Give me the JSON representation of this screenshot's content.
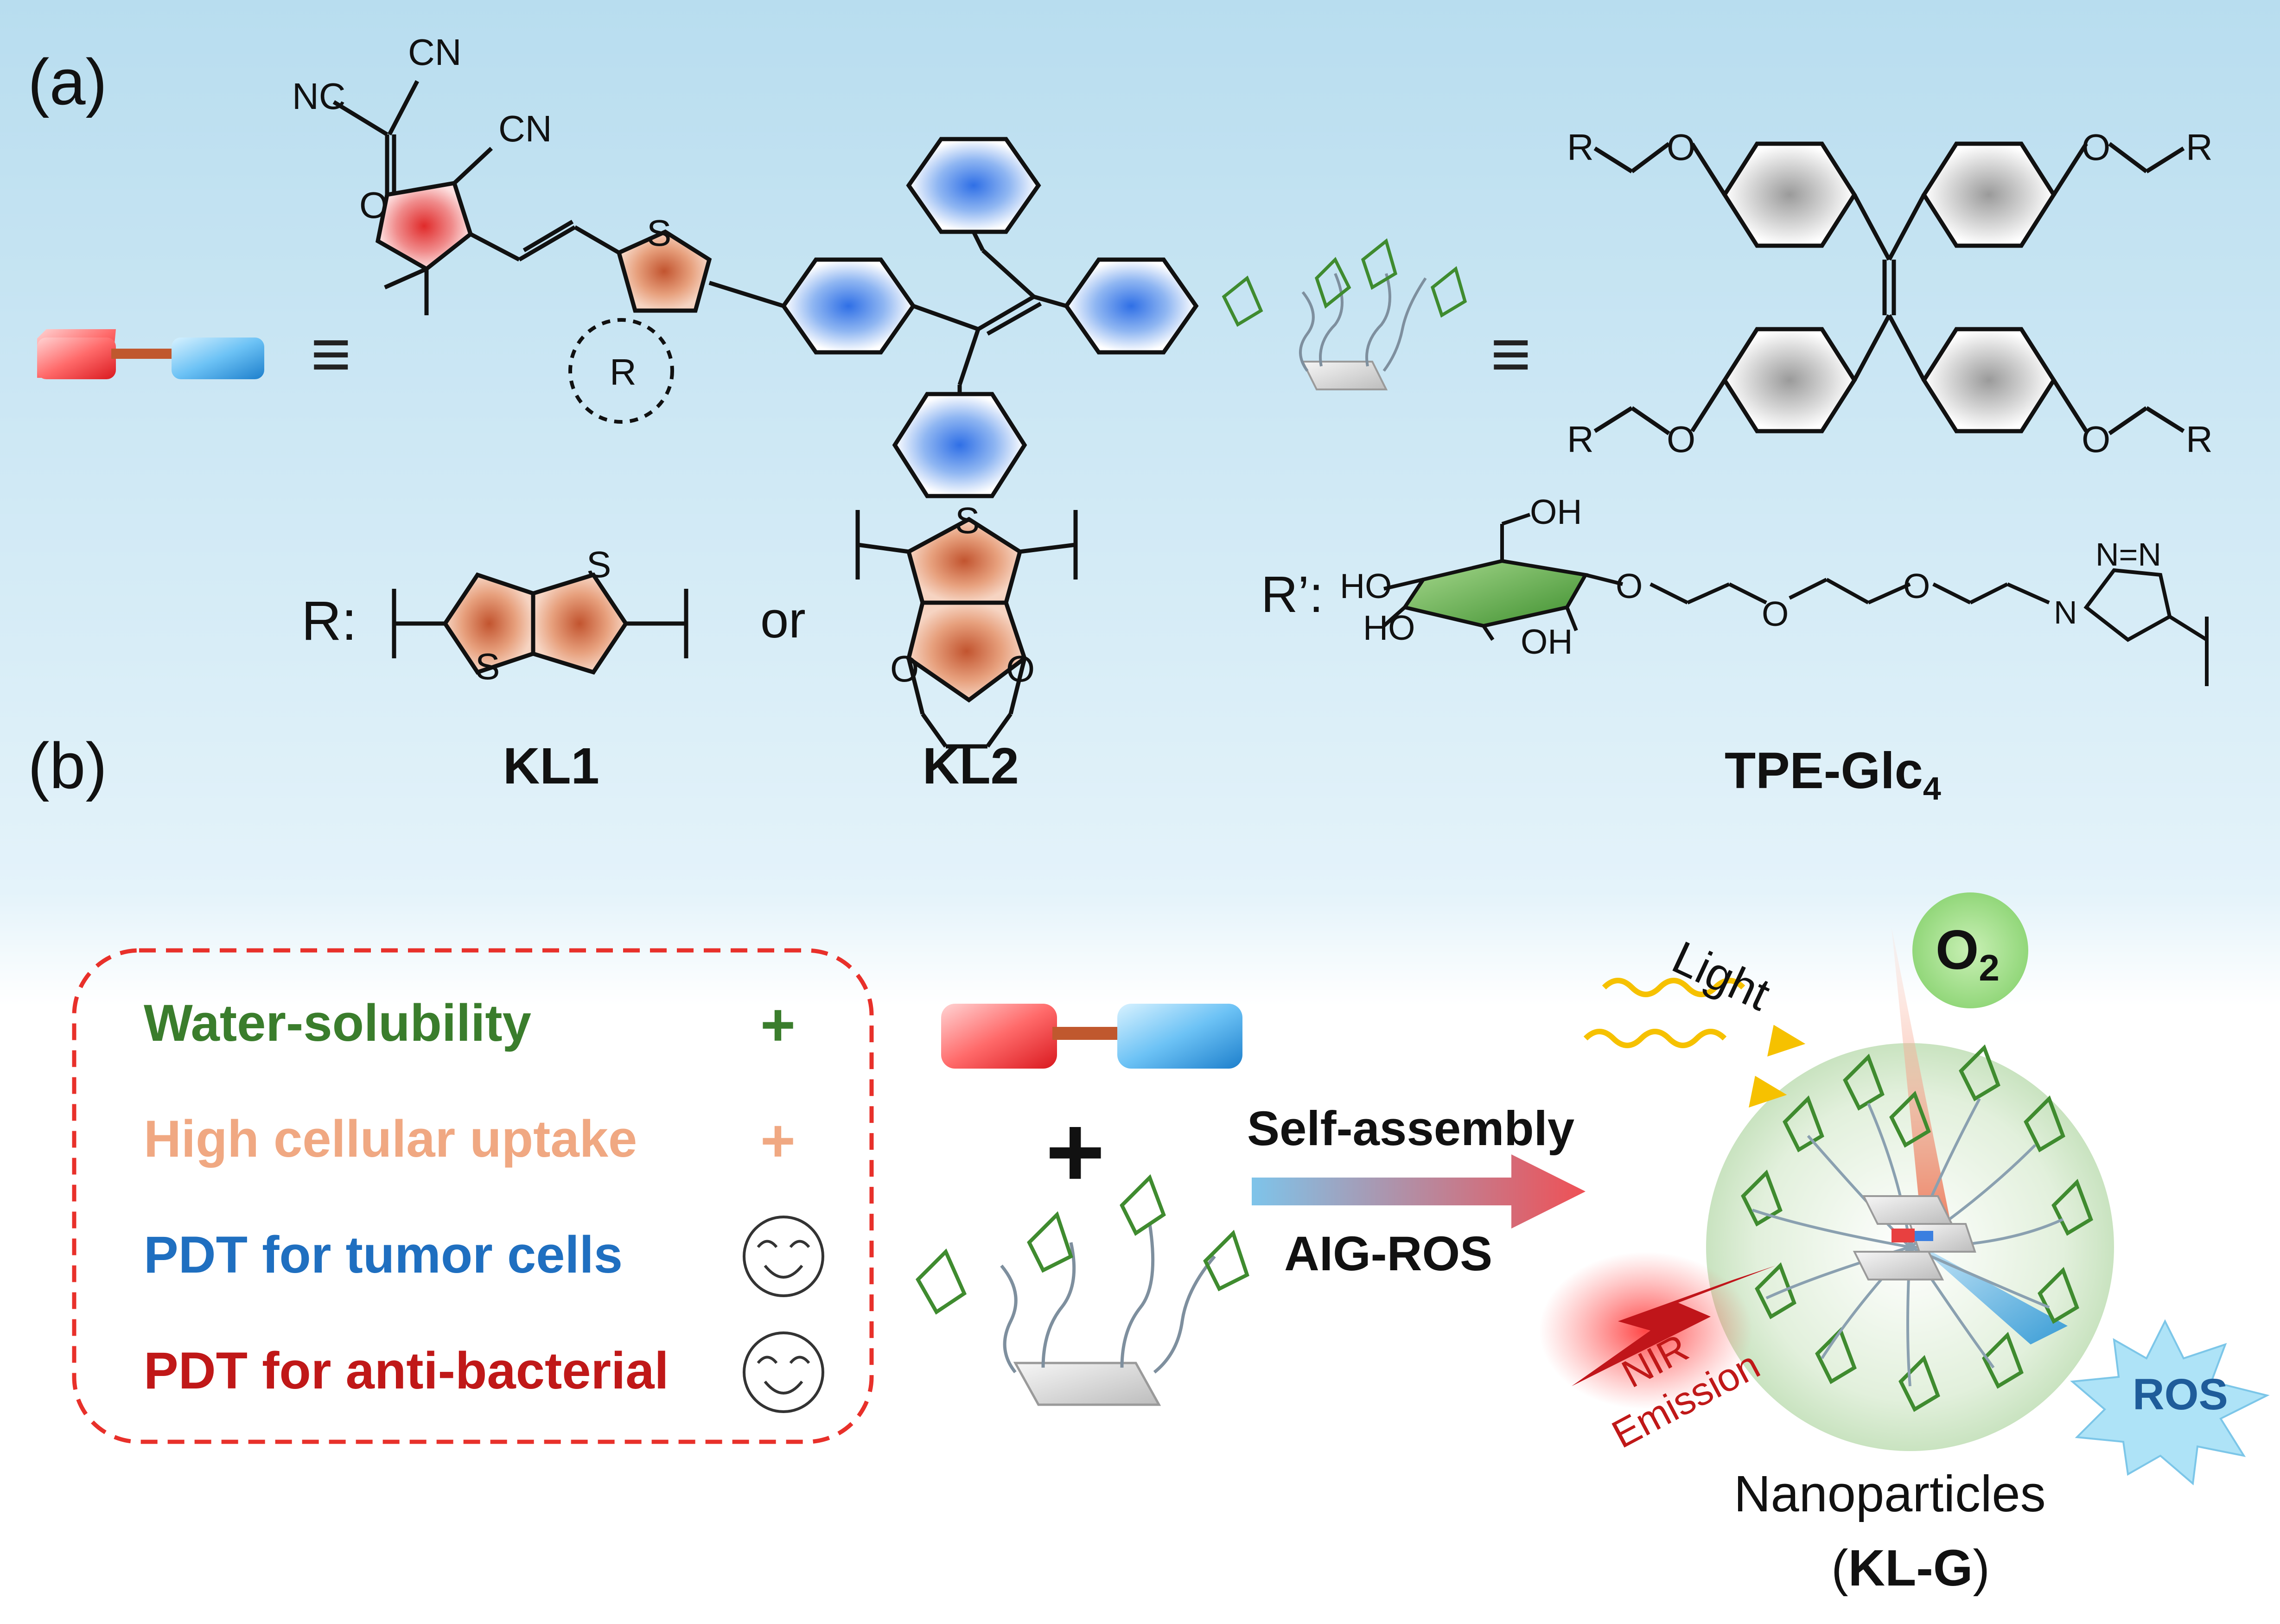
{
  "panel_a": {
    "label": "(a)",
    "equiv_symbol_left": "≡",
    "equiv_symbol_right": "≡",
    "dye_atoms": {
      "nc1": "NC",
      "cn1": "CN",
      "cn2": "CN",
      "o": "O",
      "s": "S",
      "r": "R"
    },
    "r_prefix": "R:",
    "or_text": "or",
    "kl1_s_top": "S",
    "kl1_s_bottom": "S",
    "kl2_s": "S",
    "kl2_o_left": "O",
    "kl2_o_right": "O",
    "kl1_name": "KL1",
    "kl2_name": "KL2",
    "tpe_atoms": {
      "r": "R",
      "o": "O"
    },
    "rprime_prefix": "R’:",
    "sugar_labels": {
      "oh_top": "OH",
      "ho_1": "HO",
      "ho_2": "HO",
      "oh_bottom": "OH"
    },
    "linker_o": "O",
    "triazole": {
      "n_top": "N=N",
      "n_left": "N"
    },
    "tpe_name_main": "TPE-Glc",
    "tpe_name_sub": "4"
  },
  "panel_b": {
    "label": "(b)",
    "features": [
      {
        "text": "Water-solubility",
        "mark": "+",
        "color": "#3a7d2c"
      },
      {
        "text": "High cellular uptake",
        "mark": "+",
        "color": "#f0a882"
      },
      {
        "text": "PDT for tumor cells",
        "mark": "smiley",
        "color": "#1f6fc0"
      },
      {
        "text": "PDT for anti-bacterial",
        "mark": "smiley",
        "color": "#c01818"
      }
    ],
    "plus": "+",
    "arrow_top": "Self-assembly",
    "arrow_bottom": "AIG-ROS",
    "light": "Light",
    "o2_main": "O",
    "o2_sub": "2",
    "nir_line1": "NIR",
    "nir_line2": "Emission",
    "ros": "ROS",
    "np_line1": "Nanoparticles",
    "np_line2_open": "(",
    "np_line2_bold": "KL-G",
    "np_line2_close": ")"
  },
  "colors": {
    "bg_top": "#b6dcef",
    "bg_bottom": "#ffffff",
    "dashed_box": "#e8302a",
    "glucose_green": "#3f8b2f",
    "ring_blue": "#3b7fe0",
    "ring_orange": "#d9704a",
    "ring_red": "#e84040"
  }
}
